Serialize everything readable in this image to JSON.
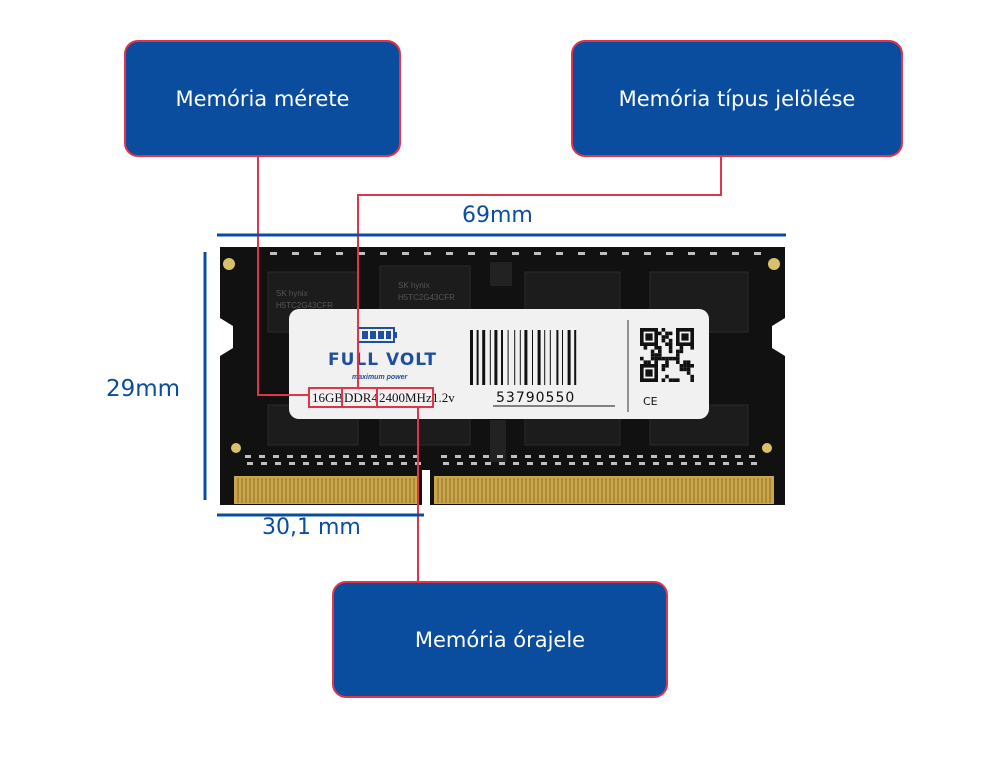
{
  "callouts": {
    "size": "Memória mérete",
    "type": "Memória típus jelölése",
    "clock": "Memória órajele"
  },
  "dimensions": {
    "width": "69mm",
    "height": "29mm",
    "notch_offset": "30,1 mm"
  },
  "label": {
    "brand": "FULL VOLT",
    "tagline": "maximum power",
    "capacity": "16GB",
    "ddr_type": "DDR4",
    "frequency": "2400MHz",
    "voltage": "1.2v",
    "serial": "53790550",
    "ce_mark": "CE"
  },
  "chips": {
    "maker": "SK hynix",
    "part": "H5TC2G43CFR"
  },
  "colors": {
    "callout_fill": "#0a4d9e",
    "callout_border": "#e0344a",
    "dimension": "#0a4d9e",
    "pointer_line": "#e0344a"
  }
}
